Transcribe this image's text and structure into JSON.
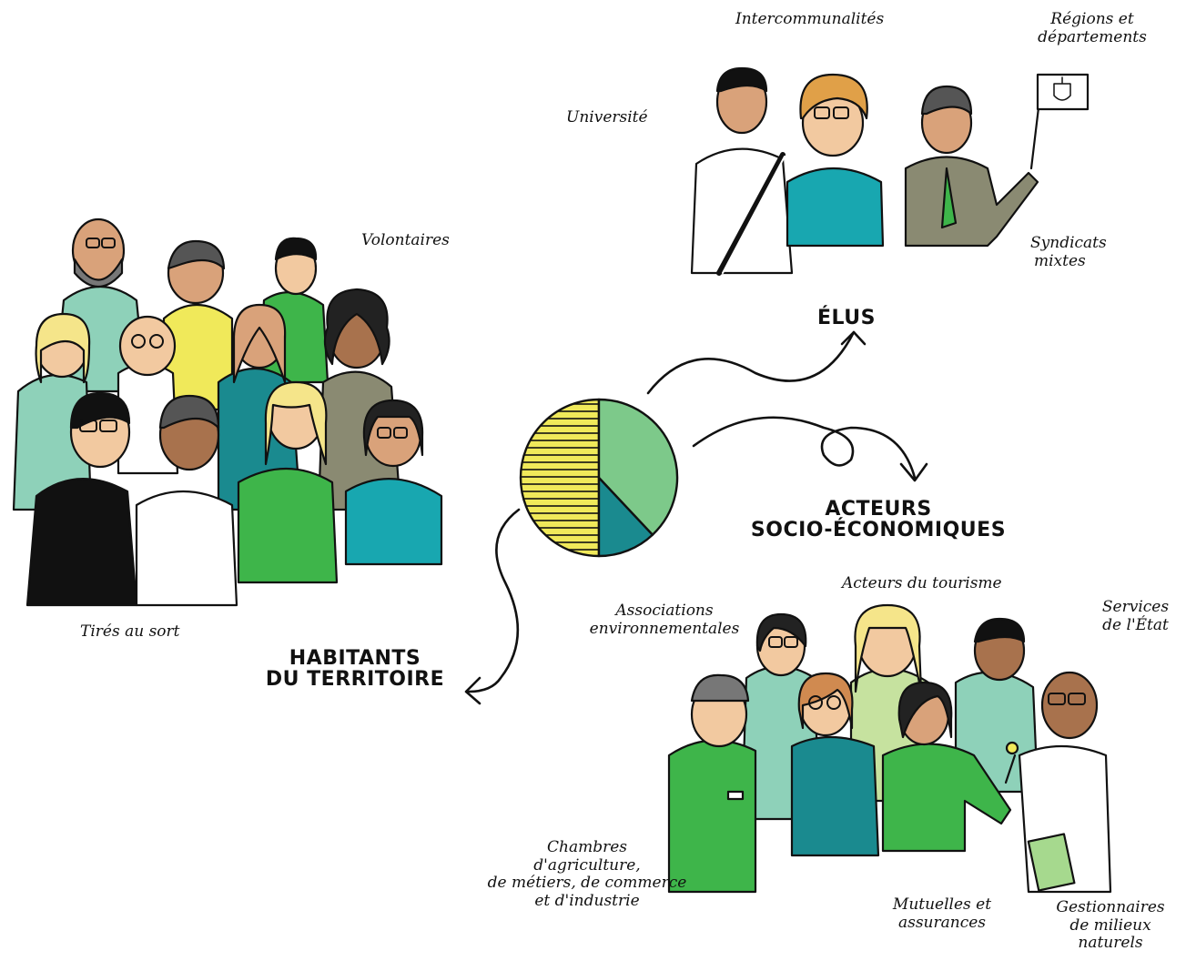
{
  "colors": {
    "teal_dark": "#1a8a8f",
    "teal": "#18a7b0",
    "green": "#3eb54a",
    "green_light": "#7dc98a",
    "mint": "#8ed1b9",
    "yellow": "#f0e95a",
    "olive": "#8a8a72",
    "skin_light": "#f2c9a0",
    "skin_mid": "#d9a27a",
    "skin_dark": "#a8724d",
    "ink": "#111111"
  },
  "groups": {
    "habitants": {
      "title_line1": "HABITANTS",
      "title_line2": "DU TERRITOIRE",
      "label_volontaires": "Volontaires",
      "label_tires": "Tirés au sort"
    },
    "elus": {
      "title": "ÉLUS",
      "label_intercommunalites": "Intercommunalités",
      "label_regions_line1": "Régions et",
      "label_regions_line2": "départements",
      "label_universite": "Université",
      "label_syndicats_line1": "Syndicats",
      "label_syndicats_line2": "mixtes"
    },
    "acteurs": {
      "title_line1": "ACTEURS",
      "title_line2": "SOCIO-ÉCONOMIQUES",
      "label_associations_line1": "Associations",
      "label_associations_line2": "environnementales",
      "label_tourisme": "Acteurs du tourisme",
      "label_services_line1": "Services",
      "label_services_line2": "de l'État",
      "label_chambres_line1": "Chambres",
      "label_chambres_line2": "d'agriculture,",
      "label_chambres_line3": "de métiers, de commerce",
      "label_chambres_line4": "et d'industrie",
      "label_mutuelles_line1": "Mutuelles et",
      "label_mutuelles_line2": "assurances",
      "label_gestionnaires_line1": "Gestionnaires",
      "label_gestionnaires_line2": "de milieux",
      "label_gestionnaires_line3": "naturels"
    }
  },
  "pie": {
    "slices": [
      {
        "share": 0.5,
        "color": "#f0e95a",
        "hatched": true
      },
      {
        "share": 0.38,
        "color": "#7dc98a",
        "hatched": false
      },
      {
        "share": 0.12,
        "color": "#1a8a8f",
        "hatched": false
      }
    ]
  },
  "flag_icon": "crowned-shield-emblem"
}
